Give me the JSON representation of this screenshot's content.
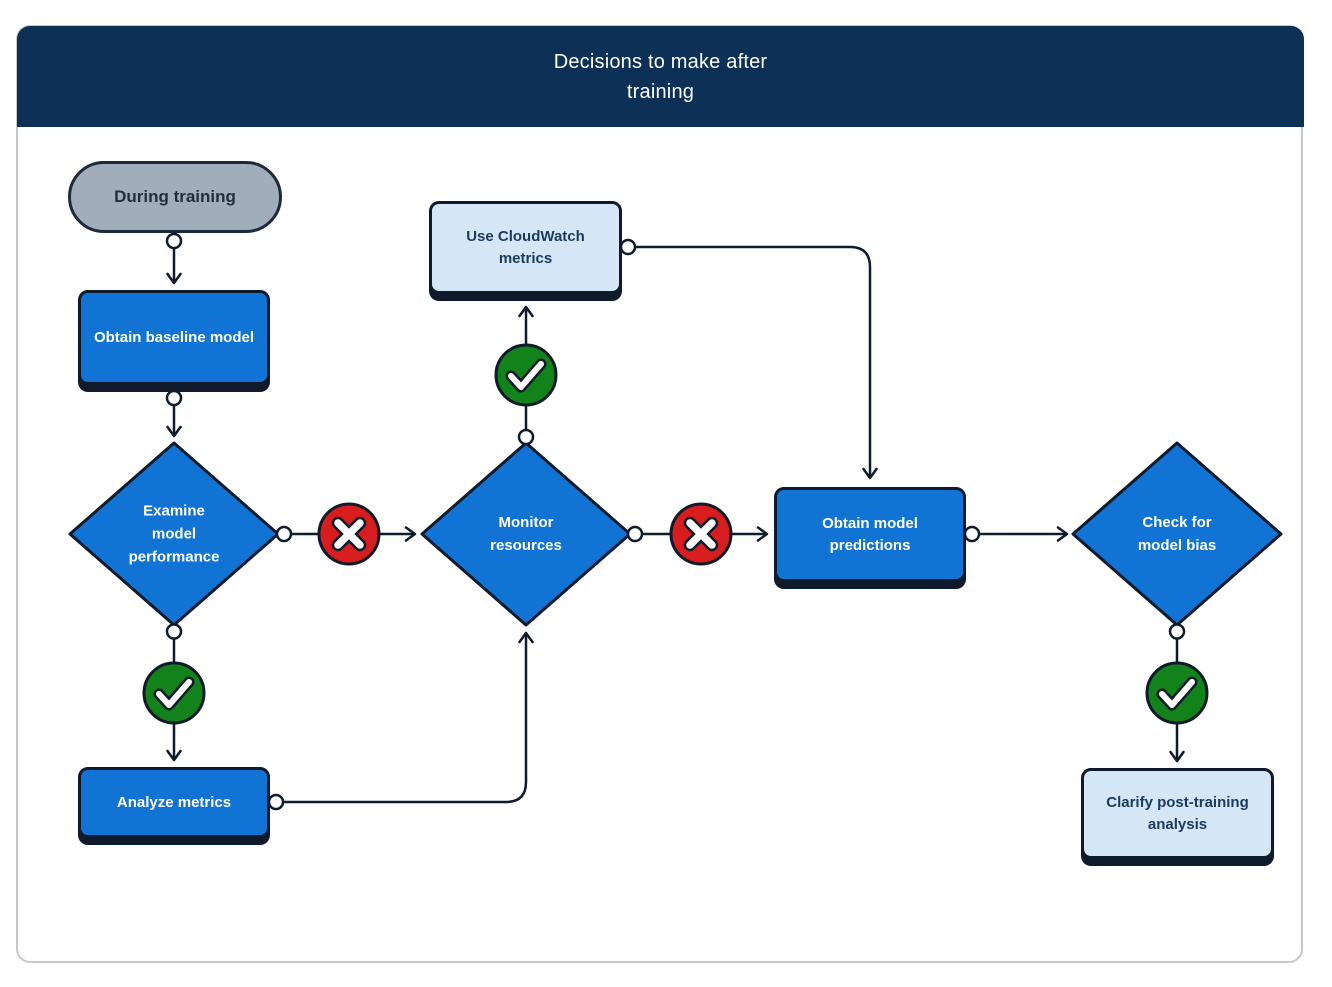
{
  "title": {
    "line1": "Decisions to make after",
    "line2": "training"
  },
  "nodes": {
    "during_training": {
      "label": "During training",
      "type": "terminator"
    },
    "obtain_baseline": {
      "label": "Obtain baseline model",
      "type": "process"
    },
    "examine_performance": {
      "label": "Examine model performance",
      "type": "decision"
    },
    "analyze_metrics": {
      "label": "Analyze metrics",
      "type": "process"
    },
    "monitor_resources": {
      "label": "Monitor resources",
      "type": "decision"
    },
    "use_cloudwatch": {
      "label": "Use CloudWatch metrics",
      "type": "info"
    },
    "obtain_predictions": {
      "label": "Obtain model predictions",
      "type": "process"
    },
    "check_bias": {
      "label": "Check for model bias",
      "type": "decision"
    },
    "clarify_post_training": {
      "label": "Clarify post-training analysis",
      "type": "info"
    }
  },
  "badges": {
    "success": {
      "meaning": "yes / success",
      "icon": "check-icon",
      "color": "#12821a"
    },
    "failure": {
      "meaning": "no / failure",
      "icon": "cross-icon",
      "color": "#d71d1d"
    }
  },
  "colors": {
    "header_bg": "#0d3056",
    "process_fill": "#1174d5",
    "info_fill": "#d5e6f7",
    "terminator_fill": "#a2adbb",
    "outline": "#0f1b2b",
    "success_green": "#12821a",
    "failure_red": "#d71d1d",
    "card_border": "#c7c7c7",
    "text_on_dark": "#ffffff",
    "text_dark_navy": "#1b3a5c"
  }
}
